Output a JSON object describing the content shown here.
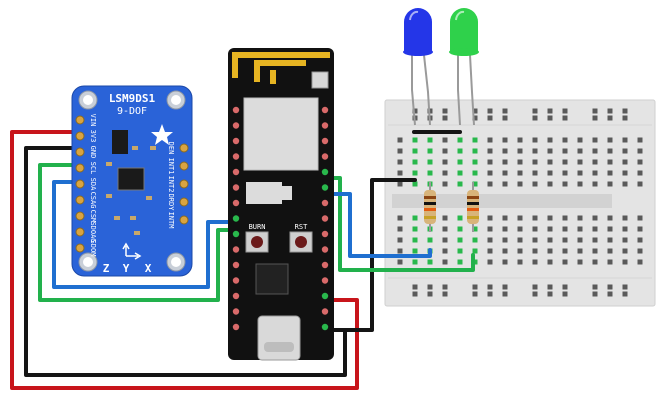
{
  "sensor": {
    "title": "LSM9DS1",
    "subtitle": "9-DOF",
    "pins_left": [
      "VIN",
      "3V3",
      "GND",
      "SCL",
      "SDA",
      "CSAG",
      "CSM",
      "SDOAG",
      "SDOM"
    ],
    "pins_right": [
      "DEN",
      "INT1",
      "INT2",
      "DRDY",
      "INTM"
    ],
    "axes": [
      "Z",
      "Y",
      "X"
    ],
    "board_color": "#2a63d8"
  },
  "mcu": {
    "buttons": [
      "BURN",
      "RST"
    ],
    "board_color": "#111111"
  },
  "leds": [
    {
      "name": "blue-led",
      "color": "#2436e8"
    },
    {
      "name": "green-led",
      "color": "#2fd14b"
    }
  ],
  "wire_colors": {
    "power": "#c8151b",
    "ground": "#151515",
    "signal_green": "#22b14c",
    "signal_blue": "#1f6fd0"
  },
  "breadboard": {
    "color": "#e4e4e4"
  }
}
